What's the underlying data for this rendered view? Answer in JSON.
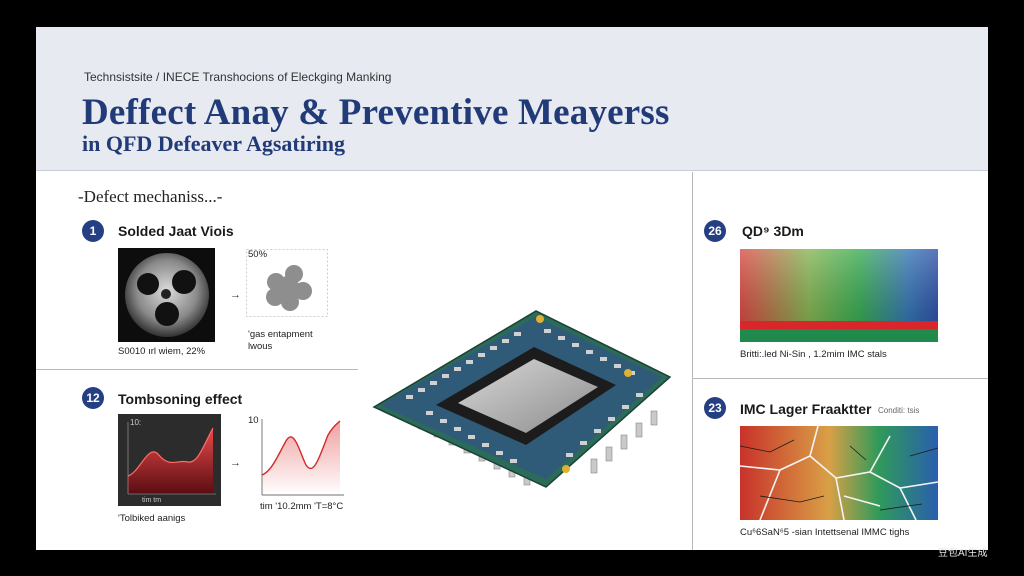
{
  "header": {
    "kicker": "Technsistsite / INECE  Transhocions of Eleckging Manking",
    "title_line1": "Deffect Anay & Preventive Meayerss",
    "title_line2": "in QFD Defeaver Agsatiring"
  },
  "section_title": "-Defect mechaniss...-",
  "items": [
    {
      "number": "1",
      "title": "Solded Jaat Viois",
      "image_caption": "S0010 ırl wiem, 22%",
      "small_label": "50%",
      "small_caption": "'gas entapment\nlwous"
    },
    {
      "number": "12",
      "title": "Tombsoning effect",
      "image_caption": "'Tolbiked aanigs",
      "small_label": "10",
      "small_caption": "tim   '10.2mm  'T=8°C",
      "mini_label": "10:",
      "axis_label": "tim  tm"
    },
    {
      "number": "26",
      "title": "QD⁹ 3Dm",
      "image_caption": "Britti:.led Ni-Sin ,   1.2mim IMC stals"
    },
    {
      "number": "23",
      "title": "IMC Lager Fraaktter",
      "title_note": "Conditi: tsis",
      "image_caption": "Cu⁶6SaN⁶5 -sian Intettsenal IMMC tighs"
    }
  ],
  "arrow": "→",
  "watermark": "豆包AI生成"
}
